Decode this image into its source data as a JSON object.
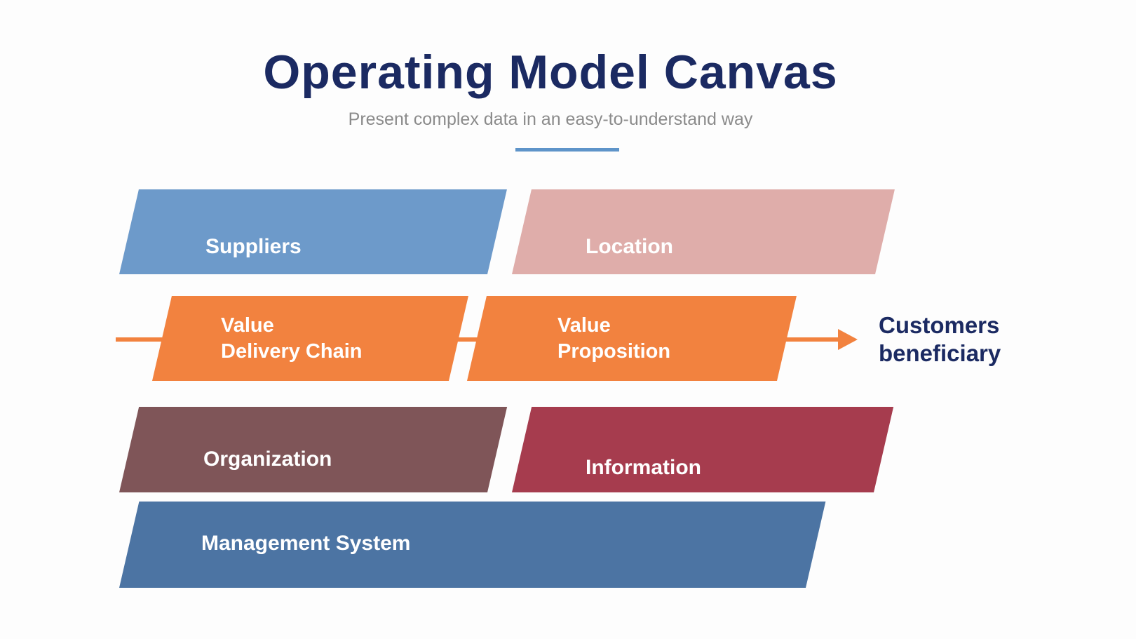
{
  "header": {
    "title": "Operating Model Canvas",
    "subtitle": "Present complex data in an easy-to-understand way"
  },
  "theme": {
    "background": "#FDFDFD",
    "title_color": "#1B2A62",
    "subtitle_color": "#8B8B8B",
    "divider_color": "#5E94C9",
    "block_label_color": "#FFFFFF"
  },
  "canvas": {
    "blocks": {
      "suppliers": {
        "label": "Suppliers",
        "color": "#6D9ACA"
      },
      "location": {
        "label": "Location",
        "color": "#DFADAA"
      },
      "value_delivery_chain": {
        "line1": "Value",
        "line2": "Delivery Chain",
        "color": "#F2823F"
      },
      "value_proposition": {
        "line1": "Value",
        "line2": "Proposition",
        "color": "#F2823F"
      },
      "organization": {
        "label": "Organization",
        "color": "#7F5558"
      },
      "information": {
        "label": "Information",
        "color": "#A63C4E"
      },
      "management_system": {
        "label": "Management System",
        "color": "#4C74A3"
      }
    },
    "arrow": {
      "color": "#F2823F",
      "target_line1": "Customers",
      "target_line2": "beneficiary",
      "target_color": "#1B2A62"
    }
  }
}
